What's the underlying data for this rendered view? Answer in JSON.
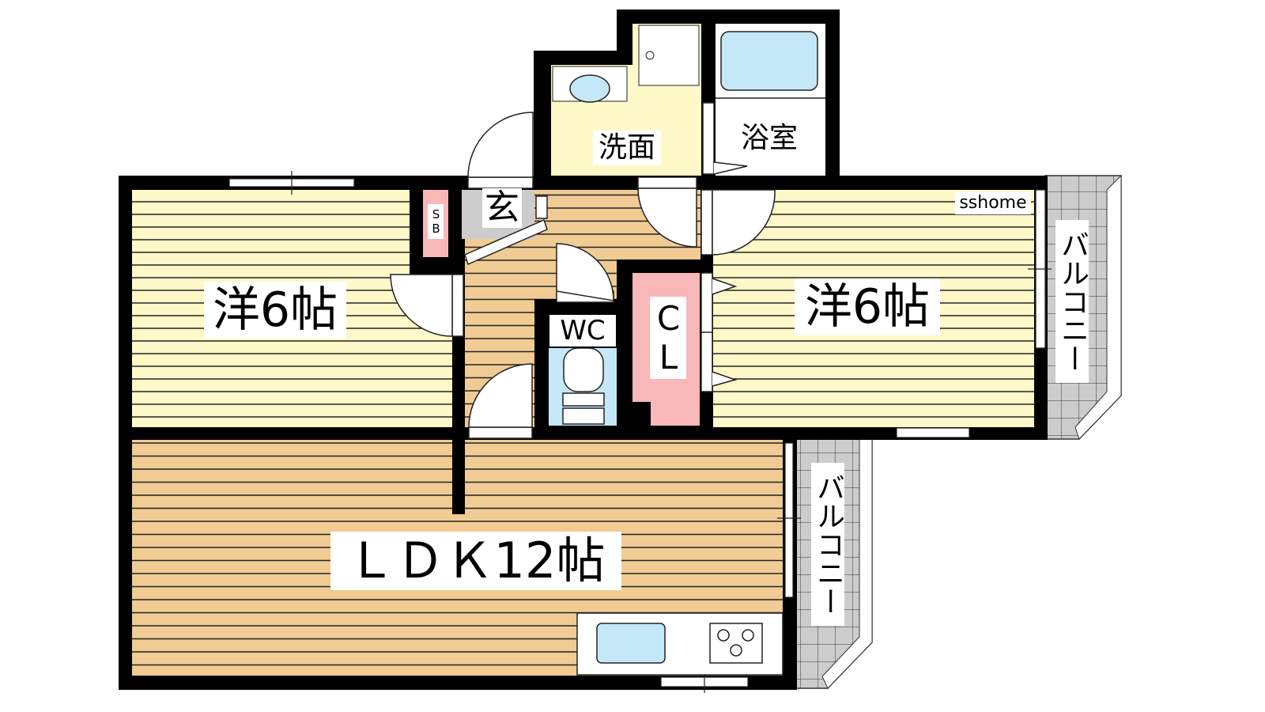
{
  "rooms": {
    "western_left": "洋6帖",
    "western_right": "洋6帖",
    "ldk": "ＬＤＫ12帖",
    "washroom": "洗面",
    "bathroom": "浴室",
    "entrance": "玄",
    "shoe_box": "SB",
    "toilet": "WC",
    "closet": "CL",
    "balcony_right": "バルコニー",
    "balcony_bottom": "バルコニー"
  },
  "watermark": "sshome",
  "colors": {
    "western_floor": "#fff8c8",
    "wood_floor": "#f0cb93",
    "wet_area": "#fff8c8",
    "fixture_blue": "#c4e8f8",
    "storage_pink": "#f8b8b8",
    "balcony_tile": "#cccccc",
    "wall": "#000000"
  }
}
